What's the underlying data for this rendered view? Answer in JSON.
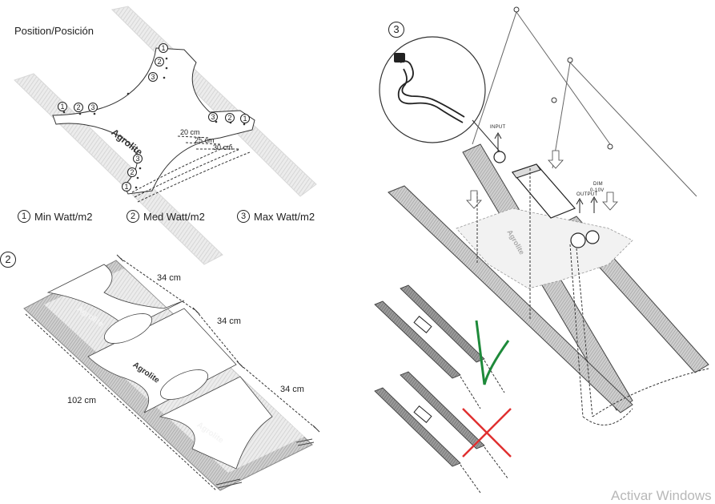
{
  "panel1": {
    "title": "Position/Posición",
    "brand": "Agrolite",
    "distances": [
      "20 cm",
      "25 cm",
      "30 cm"
    ],
    "position_numbers": [
      "1",
      "2",
      "3"
    ],
    "legend": [
      {
        "num": "1",
        "label": "Min Watt/m2"
      },
      {
        "num": "2",
        "label": "Med Watt/m2"
      },
      {
        "num": "3",
        "label": "Max Watt/m2"
      }
    ]
  },
  "panel2": {
    "step": "2",
    "brand": "Agrolite",
    "dims": [
      "34 cm",
      "34 cm",
      "34 cm",
      "102 cm"
    ]
  },
  "panel3": {
    "step": "3",
    "input_label": "INPUT",
    "output_label": "OUTPUT",
    "dim_label": "DIM",
    "dim_range": "0-10V",
    "brand": "Agrolite"
  },
  "colors": {
    "check": "#1e8a3a",
    "cross": "#e03030",
    "line": "#333333"
  },
  "watermark": "Activar Windows"
}
